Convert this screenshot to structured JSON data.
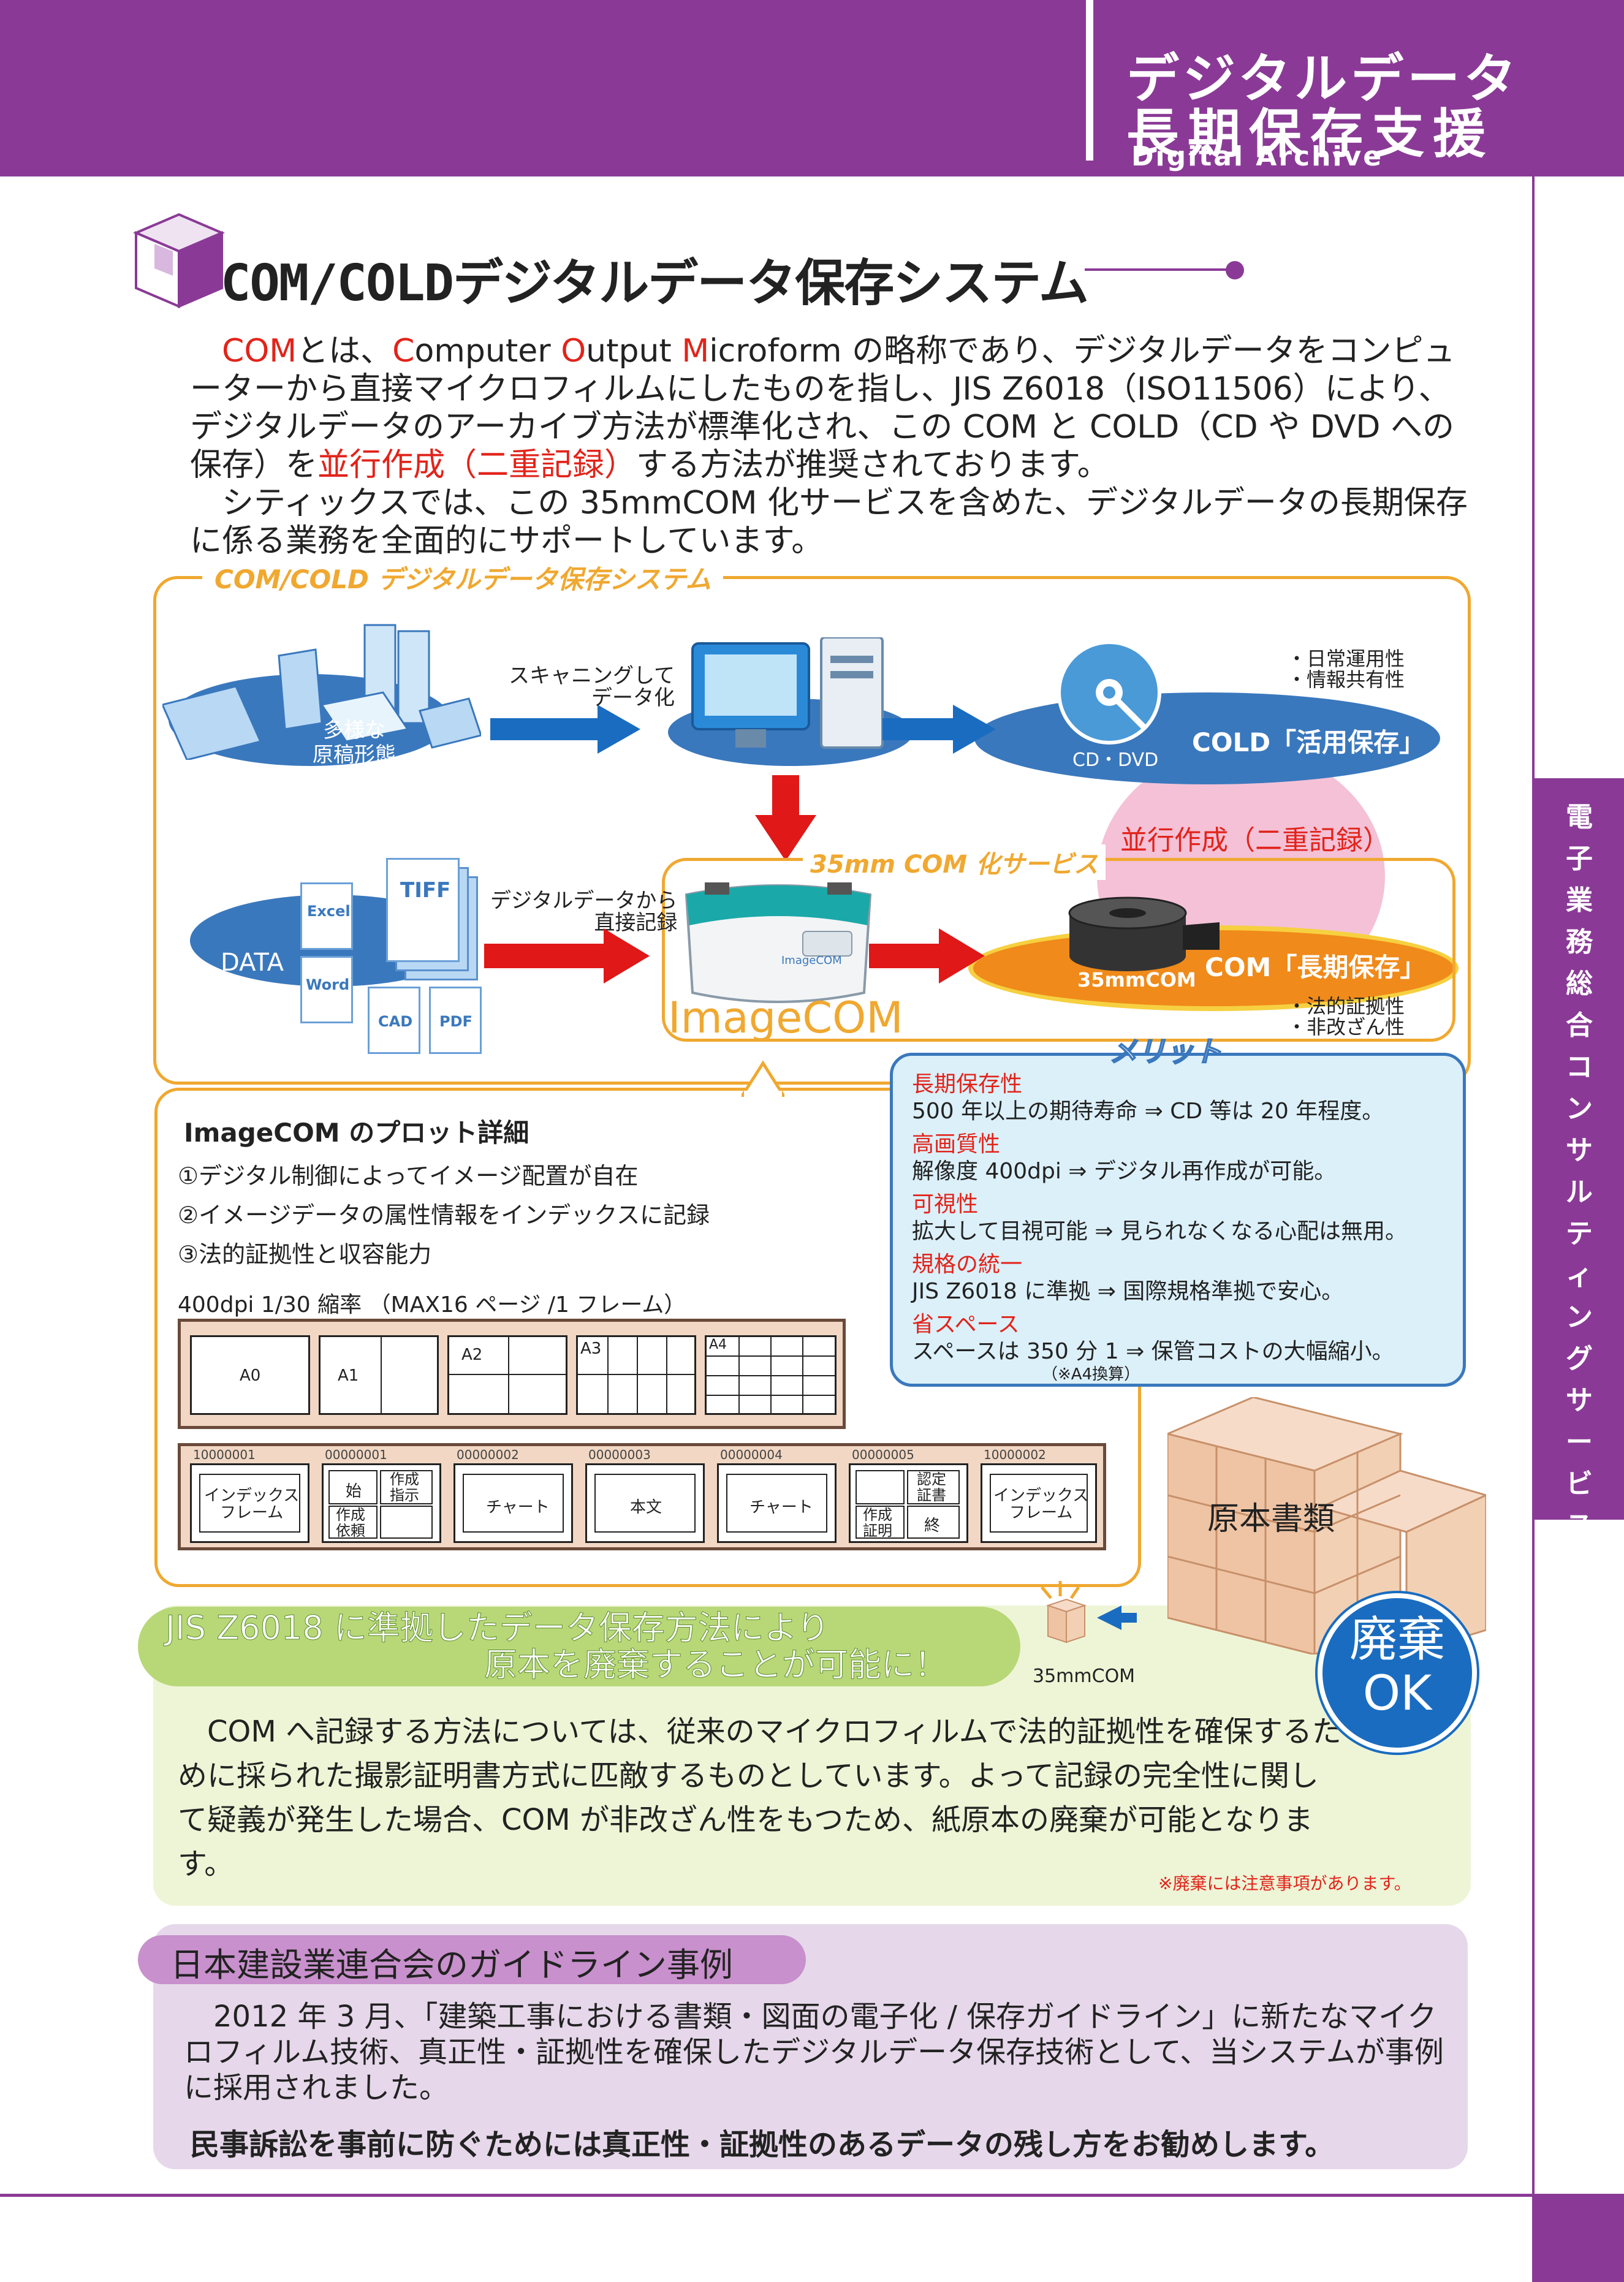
{
  "header": {
    "title_line1": "デジタルデータ",
    "title_line2": "長期保存支援",
    "subtitle": "Digital Archive"
  },
  "side_tab": [
    "電",
    "子",
    "業",
    "務",
    "総",
    "合",
    "コ",
    "ン",
    "サ",
    "ル",
    "テ",
    "ィ",
    "ン",
    "グ",
    "サ",
    "ー",
    "ビ",
    "ス"
  ],
  "section_title": "COM/COLDデジタルデータ保存システム",
  "intro": {
    "p1_pre": "COM",
    "p1_a": "とは、",
    "p1_C": "C",
    "p1_omputer": "omputer ",
    "p1_O": "O",
    "p1_utput": "utput ",
    "p1_M": "M",
    "p1_rest1": "icroform の略称であり、デジタルデータをコンピューターから直接マイクロフィルムにしたものを指し、JIS Z6018（ISO11506）により、デジタルデータのアーカイブ方法が標準化され、この COM と COLD（CD や DVD への保存）を",
    "p1_red": "並行作成（二重記録）",
    "p1_rest2": "する方法が推奨されております。",
    "p2": "シティックスでは、この 35mmCOM 化サービスを含めた、デジタルデータの長期保存に係る業務を全面的にサポートしています。"
  },
  "diagram": {
    "box_title": "COM/COLD デジタルデータ保存システム",
    "originals_label": "多様な\n原稿形態",
    "scan_label": "スキャニングして\nデータ化",
    "cd_dvd": "CD・DVD",
    "cold_label": "COLD「活用保存」",
    "cold_benefits": "・日常運用性\n・情報共有性",
    "parallel": "並行作成（二重記録）",
    "service_title": "35mm COM 化サービス",
    "data_label": "DATA",
    "file_excel": "Excel",
    "file_word": "Word",
    "file_tiff": "TIFF",
    "file_cad": "CAD",
    "file_pdf": "PDF",
    "direct_label": "デジタルデータから\n直接記録",
    "imagecom": "ImageCOM",
    "machine_brand": "ImageCOM",
    "film_35": "35mmCOM",
    "com_label": "COM「長期保存」",
    "com_benefits": "・法的証拠性\n・非改ざん性"
  },
  "plot": {
    "title": "ImageCOM のプロット詳細",
    "items": [
      "①デジタル制御によってイメージ配置が自在",
      "②イメージデータの属性情報をインデックスに記録",
      "③法的証拠性と収容能力"
    ],
    "spec": "400dpi 1/30 縮率 （MAX16 ページ /1 フレーム）",
    "sizes": [
      "A0",
      "A1",
      "A2",
      "A3",
      "A4"
    ],
    "frame_numbers": [
      "10000001",
      "00000001",
      "00000002",
      "00000003",
      "00000004",
      "00000005",
      "10000002"
    ],
    "frame_labels": [
      "インデックス\nフレーム",
      "始",
      "作成\n指示",
      "作成\n依頼",
      "チャート",
      "本文",
      "チャート",
      "認定\n証書",
      "作成\n証明",
      "終",
      "インデックス\nフレーム"
    ]
  },
  "merit": {
    "title": "メリット",
    "items": [
      {
        "head": "長期保存性",
        "text": "500 年以上の期待寿命 ⇒ CD 等は 20 年程度。"
      },
      {
        "head": "高画質性",
        "text": "解像度 400dpi ⇒ デジタル再作成が可能。"
      },
      {
        "head": "可視性",
        "text": "拡大して目視可能 ⇒ 見られなくなる心配は無用。"
      },
      {
        "head": "規格の統一",
        "text": "JIS Z6018 に準拠 ⇒ 国際規格準拠で安心。"
      },
      {
        "head": "省スペース",
        "text": "スペースは 350 分 1 ⇒ 保管コストの大幅縮小。"
      }
    ],
    "note": "（※A4換算）"
  },
  "storage": {
    "original_docs": "原本書類",
    "com35": "35mmCOM",
    "haiki": "廃棄\nOK"
  },
  "jis": {
    "head1": "JIS Z6018 に準拠したデータ保存方法により",
    "head2": "原本を廃棄することが可能に！",
    "body": "COM へ記録する方法については、従来のマイクロフィルムで法的証拠性を確保するために採られた撮影証明書方式に匹敵するものとしています。よって記録の完全性に関して疑義が発生した場合、COM が非改ざん性をもつため、紙原本の廃棄が可能となります。",
    "note": "※廃棄には注意事項があります。"
  },
  "guideline": {
    "head": "日本建設業連合会のガイドライン事例",
    "body": "2012 年 3 月、「建築工事における書類・図面の電子化 / 保存ガイドライン」に新たなマイクロフィルム技術、真正性・証拠性を確保したデジタルデータ保存技術として、当システムが事例に採用されました。",
    "bold": "民事訴訟を事前に防ぐためには真正性・証拠性のあるデータの残し方をお勧めします。"
  },
  "colors": {
    "purple": "#8a3a96",
    "orange": "#f0a830",
    "blue": "#3a78bd",
    "red": "#e2231a"
  }
}
